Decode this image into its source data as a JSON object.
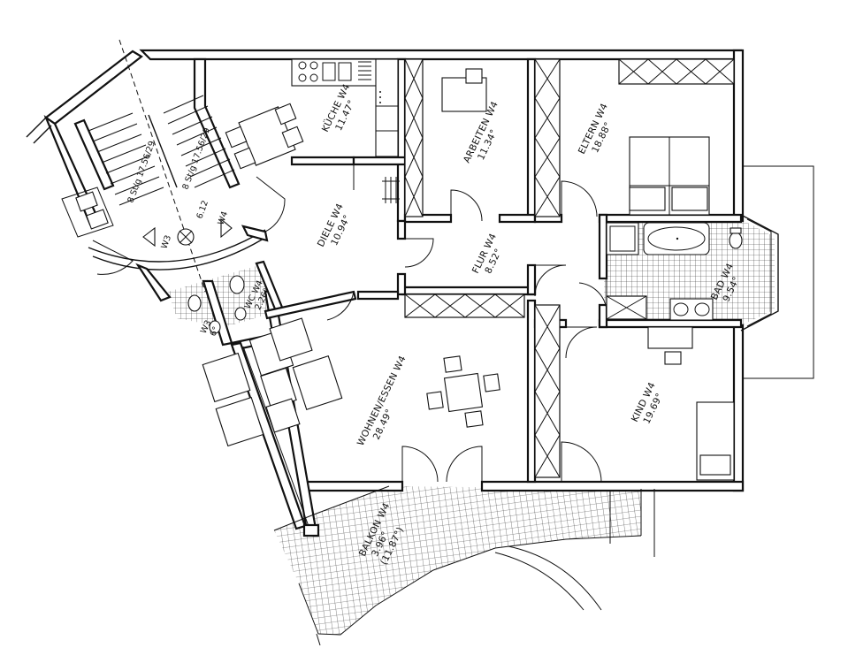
{
  "rooms": {
    "kueche": {
      "name": "KÜCHE W4",
      "area": "11.47°"
    },
    "arbeiten": {
      "name": "ARBEITEN W4",
      "area": "11.34°"
    },
    "eltern": {
      "name": "ELTERN W4",
      "area": "18.88°"
    },
    "diele": {
      "name": "DIELE W4",
      "area": "10.94°"
    },
    "flur": {
      "name": "FLUR W4",
      "area": "8.52°"
    },
    "bad": {
      "name": "BAD W4",
      "area": "9.54°"
    },
    "wc": {
      "name": "WC W4",
      "area": "2.26°"
    },
    "ws": {
      "name": "W3",
      "area": "6°"
    },
    "wohnen": {
      "name": "WOHNEN/ESSEN W4",
      "area": "28.49°"
    },
    "kind": {
      "name": "KIND W4",
      "area": "19.69°"
    },
    "balkon": {
      "name": "BALKON W4",
      "area": "3.96°",
      "area2": "(11.87°)"
    }
  },
  "stairs": {
    "run1": "8 St/g 17.56/29",
    "run2": "8 St/g 17.56/29",
    "landing": "6.12",
    "w3": "W3",
    "w4": "W4"
  }
}
